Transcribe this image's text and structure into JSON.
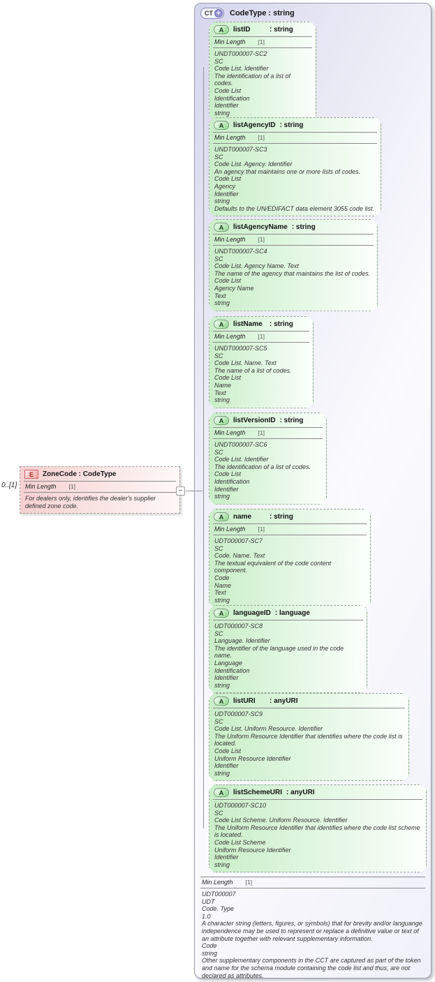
{
  "root_type": {
    "badge": "CT",
    "badge_plus": "+",
    "title": "CodeType : string",
    "facet_name": "Min Length",
    "facet_value": "[1]",
    "annotation_lines": [
      "UDT000007",
      "UDT",
      "Code. Type",
      "1.0",
      "A character string (letters, figures, or symbols) that for brevity and/or languange independence may be used to represent or replace a definitive value or text of an attribute together with relevant supplementary information.",
      "Code",
      "string",
      "Other supplementary components in the CCT are captured as part of the token and name for the schema module containing the code list and thus, are not declared as attributes."
    ]
  },
  "element": {
    "badge": "E",
    "title": "ZoneCode : CodeType",
    "cardinality": "0..[1]",
    "facet_name": "Min Length",
    "facet_value": "[1]",
    "collapse_glyph": "−",
    "annotation_lines": [
      "For dealers only, identifies the dealer's supplier defined zone code."
    ]
  },
  "attributes": [
    {
      "badge": "A",
      "name": "listID",
      "type": ": string",
      "facet_name": "Min Length",
      "facet_value": "[1]",
      "lines": [
        "UNDT000007-SC2",
        "SC",
        "Code List. Identifier",
        "The identification of a list of codes.",
        "Code List",
        "Identification",
        "Identifier",
        "string"
      ]
    },
    {
      "badge": "A",
      "name": "listAgencyID",
      "type": ": string",
      "facet_name": "Min Length",
      "facet_value": "[1]",
      "lines": [
        "UNDT000007-SC3",
        "SC",
        "Code List. Agency. Identifier",
        "An agency that maintains one or more lists of codes.",
        "Code List",
        "Agency",
        "Identifier",
        "string",
        "Defaults to the UN/EDIFACT data element 3055 code list."
      ]
    },
    {
      "badge": "A",
      "name": "listAgencyName",
      "type": ": string",
      "facet_name": "Min Length",
      "facet_value": "[1]",
      "lines": [
        "UNDT000007-SC4",
        "SC",
        "Code List. Agency Name. Text",
        "The name of the agency that maintains the list of codes.",
        "Code List",
        "Agency Name",
        "Text",
        "string"
      ]
    },
    {
      "badge": "A",
      "name": "listName",
      "type": ": string",
      "facet_name": "Min Length",
      "facet_value": "[1]",
      "lines": [
        "UNDT000007-SC5",
        "SC",
        "Code List. Name. Text",
        "The name of a list of codes.",
        "Code List",
        "Name",
        "Text",
        "string"
      ]
    },
    {
      "badge": "A",
      "name": "listVersionID",
      "type": ": string",
      "facet_name": "Min Length",
      "facet_value": "[1]",
      "lines": [
        "UNDT000007-SC6",
        "SC",
        "Code List. Identifier",
        "The identification of a list of codes.",
        "Code List",
        "Identification",
        "Identifier",
        "string"
      ]
    },
    {
      "badge": "A",
      "name": "name",
      "type": ": string",
      "facet_name": "Min Length",
      "facet_value": "[1]",
      "lines": [
        "UDT000007-SC7",
        "SC",
        "Code. Name. Text",
        "The textual equivalent of the code content component.",
        "Code",
        "Name",
        "Text",
        "string"
      ]
    },
    {
      "badge": "A",
      "name": "languageID",
      "type": ": language",
      "lines": [
        "UDT000007-SC8",
        "SC",
        "Language. Identifier",
        "The identifier of the language used in the code name.",
        "Language",
        "Identification",
        "Identifier",
        "string"
      ]
    },
    {
      "badge": "A",
      "name": "listURI",
      "type": ": anyURI",
      "lines": [
        "UDT000007-SC9",
        "SC",
        "Code List. Uniform Resource. Identifier",
        "The Uniform Resource Identifier that identifies where the code list is located.",
        "Code List",
        "Uniform Resource Identifier",
        "Identifier",
        "string"
      ]
    },
    {
      "badge": "A",
      "name": "listSchemeURI",
      "type": ": anyURI",
      "lines": [
        "UDT000007-SC10",
        "SC",
        "Code List Scheme. Uniform Resource. Identifier",
        "The Uniform Resource Identifier that identifies where the code list scheme is located.",
        "Code List Scheme",
        "Uniform Resource Identifier",
        "Identifier",
        "string"
      ]
    }
  ],
  "colors": {
    "container_fill": "#d5d5ee",
    "attribute_fill": "#c9eec9",
    "element_fill": "#f6d0d0",
    "connector": "#909090",
    "ct_badge_accent": "#9793d6",
    "e_badge_accent": "#cc6666",
    "a_badge_accent": "#8ed88e"
  }
}
